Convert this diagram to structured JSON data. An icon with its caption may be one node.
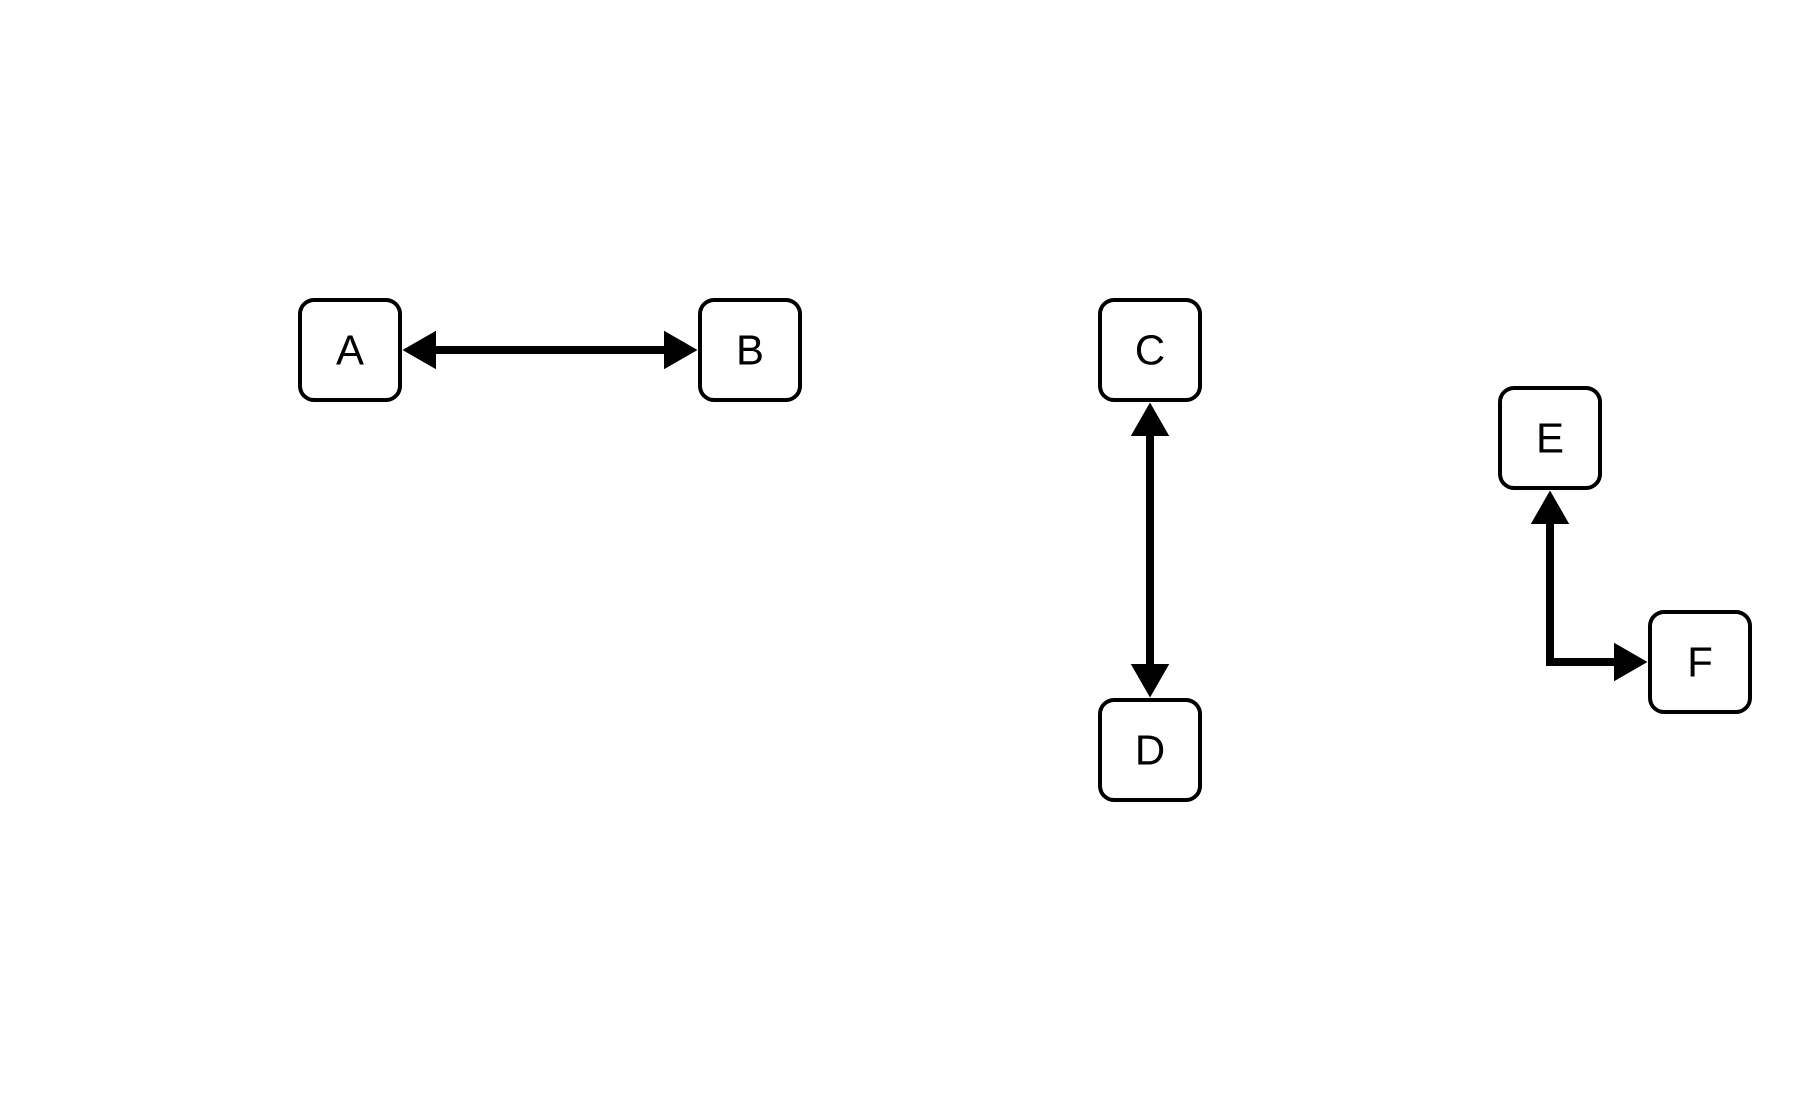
{
  "diagram": {
    "nodes": [
      {
        "text": [
          "A"
        ]
      },
      {
        "text": [
          "B"
        ]
      },
      {
        "text": [
          "C"
        ]
      },
      {
        "text": [
          "D"
        ]
      },
      {
        "text": [
          "E"
        ]
      },
      {
        "text": [
          "F"
        ]
      }
    ],
    "edges": [
      {
        "from": 0,
        "to": 1,
        "arrow": "both"
      },
      {
        "from": 2,
        "to": 3,
        "arrow": "both"
      },
      {
        "from": 4,
        "to": 5,
        "arrow": "both"
      }
    ]
  }
}
